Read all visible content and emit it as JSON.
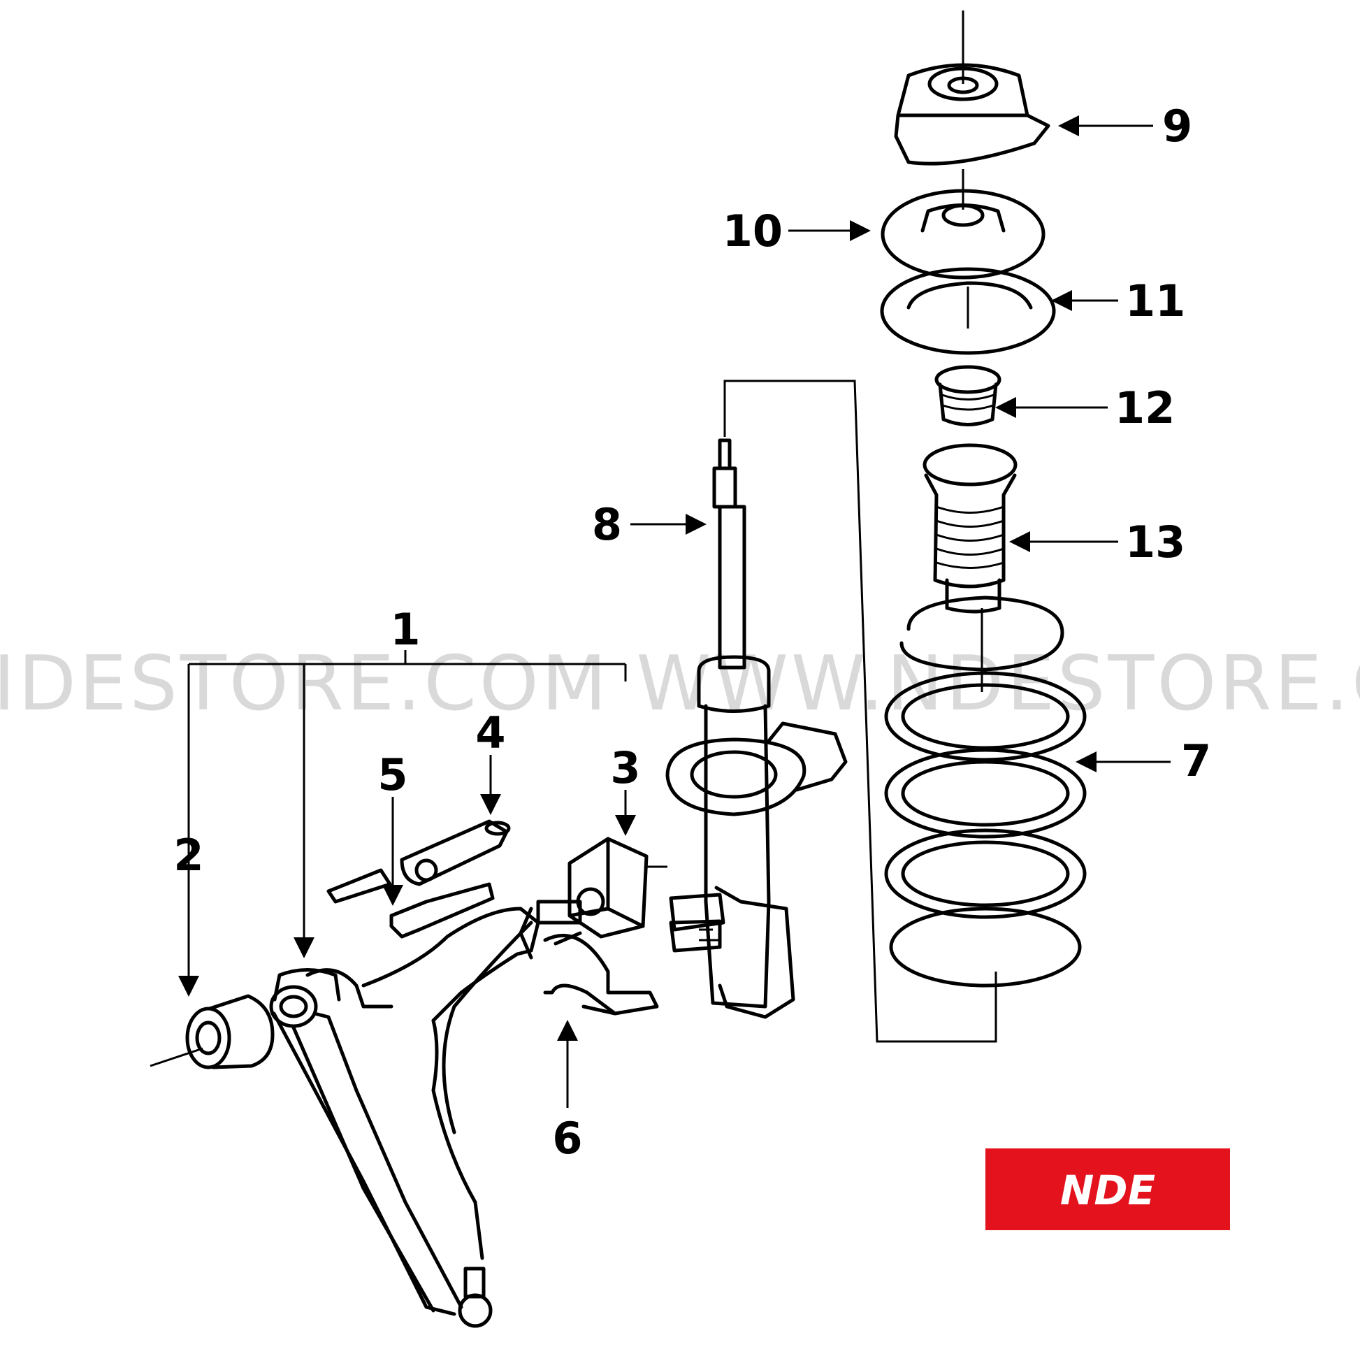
{
  "watermark": "IDESTORE.COM WWW.NDESTORE.COM WWW.NDESTORE.C",
  "logo": {
    "text": "NDE",
    "color": "#e3121d"
  },
  "callouts": [
    "1",
    "2",
    "3",
    "4",
    "5",
    "6",
    "7",
    "8",
    "9",
    "10",
    "11",
    "12",
    "13"
  ]
}
